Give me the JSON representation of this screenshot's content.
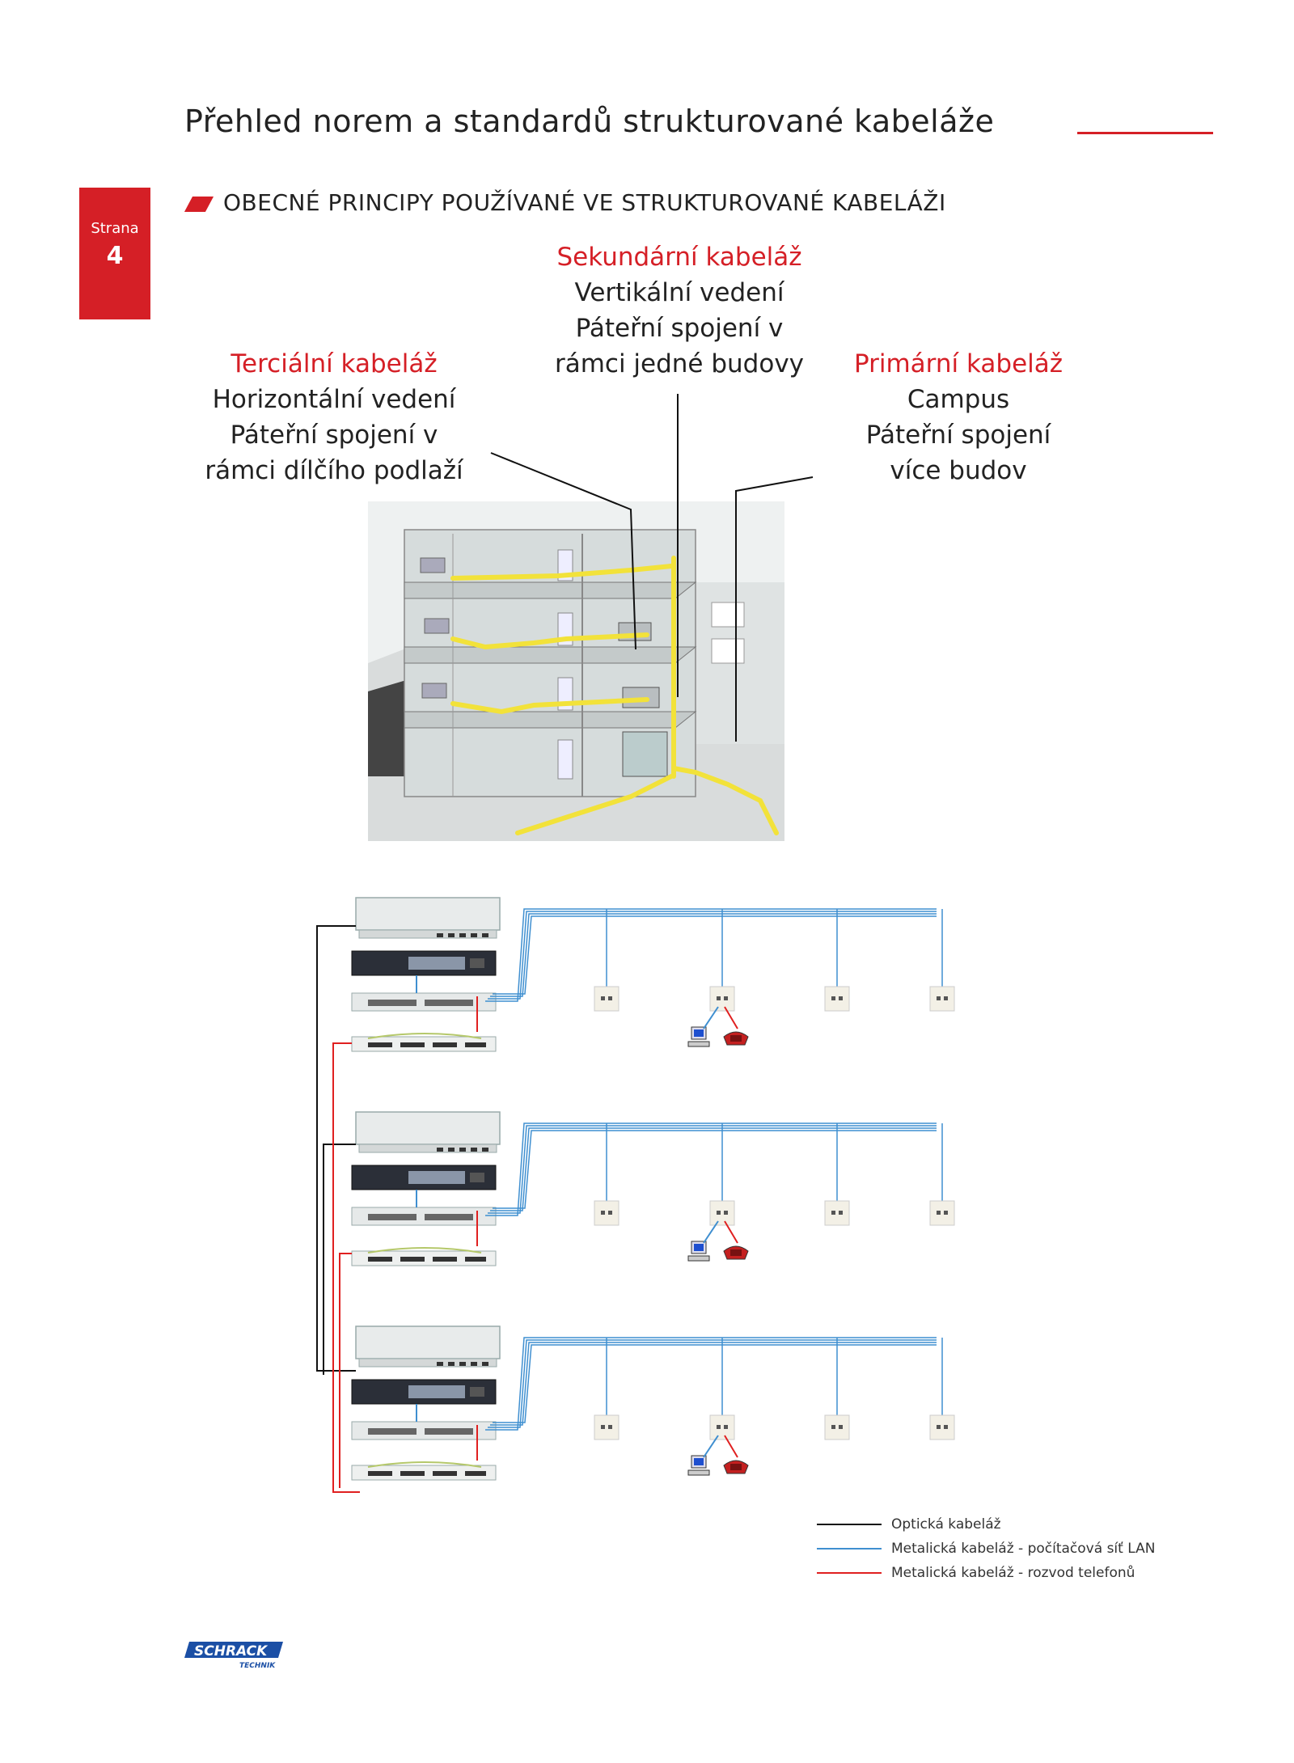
{
  "page": {
    "title": "Přehled norem a standardů strukturované kabeláže",
    "tab_label": "Strana",
    "tab_number": "4",
    "section_heading": "OBECNÉ PRINCIPY POUŽÍVANÉ VE STRUKTUROVANÉ KABELÁŽI"
  },
  "labels": {
    "secondary": {
      "heading": "Sekundární kabeláž",
      "lines": [
        "Vertikální vedení",
        "Páteřní spojení v",
        "rámci jedné budovy"
      ]
    },
    "tertiary": {
      "heading": "Terciální kabeláž",
      "lines": [
        "Horizontální vedení",
        "Páteřní spojení v",
        "rámci dílčího podlaží"
      ]
    },
    "primary": {
      "heading": "Primární kabeláž",
      "lines": [
        "Campus",
        "Páteřní spojení",
        "více budov"
      ]
    }
  },
  "legend": [
    {
      "label": "Optická kabeláž",
      "color": "#111111"
    },
    {
      "label": "Metalická kabeláž - počítačová síť LAN",
      "color": "#3f8fd0"
    },
    {
      "label": "Metalická kabeláž - rozvod telefonů",
      "color": "#e02020"
    }
  ],
  "logo": {
    "text": "SCHRACK",
    "subtext": "TECHNIK"
  },
  "colors": {
    "accent": "#d51f26",
    "cable": "#f2e23a",
    "lan": "#3f8fd0",
    "phone": "#e02020",
    "fiber": "#111111"
  },
  "icons": [
    "patch-panel-icon",
    "network-switch-icon",
    "wall-outlet-icon",
    "computer-icon",
    "telephone-icon"
  ]
}
